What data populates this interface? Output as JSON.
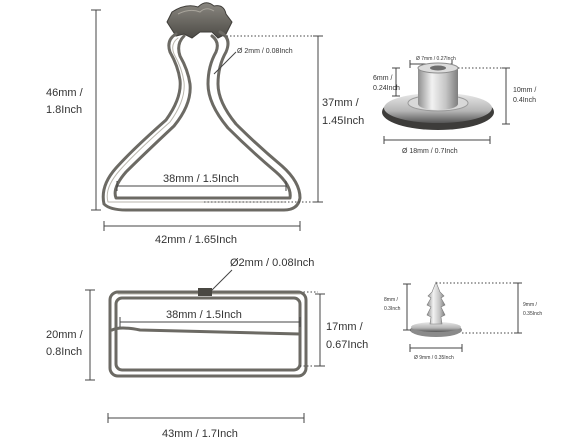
{
  "overall_clip": {
    "height_label_line1": "46mm /",
    "height_label_line2": "1.8Inch",
    "wire_label": "Ø 2mm / 0.08Inch",
    "inner_height_line1": "37mm /",
    "inner_height_line2": "1.45Inch",
    "inner_width_label": "38mm / 1.5Inch",
    "outer_width_label": "42mm / 1.65Inch"
  },
  "button": {
    "top_label": "Ø 7mm / 0.27Inch",
    "left_label_line1": "6mm /",
    "left_label_line2": "0.24Inch",
    "right_label_line1": "10mm /",
    "right_label_line2": "0.4Inch",
    "bottom_label": "Ø 18mm / 0.7Inch"
  },
  "slider": {
    "wire_label": "Ø2mm / 0.08Inch",
    "inner_width_label": "38mm / 1.5Inch",
    "left_label_line1": "20mm /",
    "left_label_line2": "0.8Inch",
    "right_label_line1": "17mm /",
    "right_label_line2": "0.67Inch",
    "outer_width_label": "43mm / 1.7Inch"
  },
  "tack": {
    "left_label_line1": "8mm /",
    "left_label_line2": "0.3Inch",
    "right_label_line1": "9mm /",
    "right_label_line2": "0.35Inch",
    "bottom_label": "Ø 9mm / 0.35Inch"
  },
  "colors": {
    "metal": "#6c6a64",
    "silver": "#c9c9c9",
    "dim_line": "#444444"
  }
}
